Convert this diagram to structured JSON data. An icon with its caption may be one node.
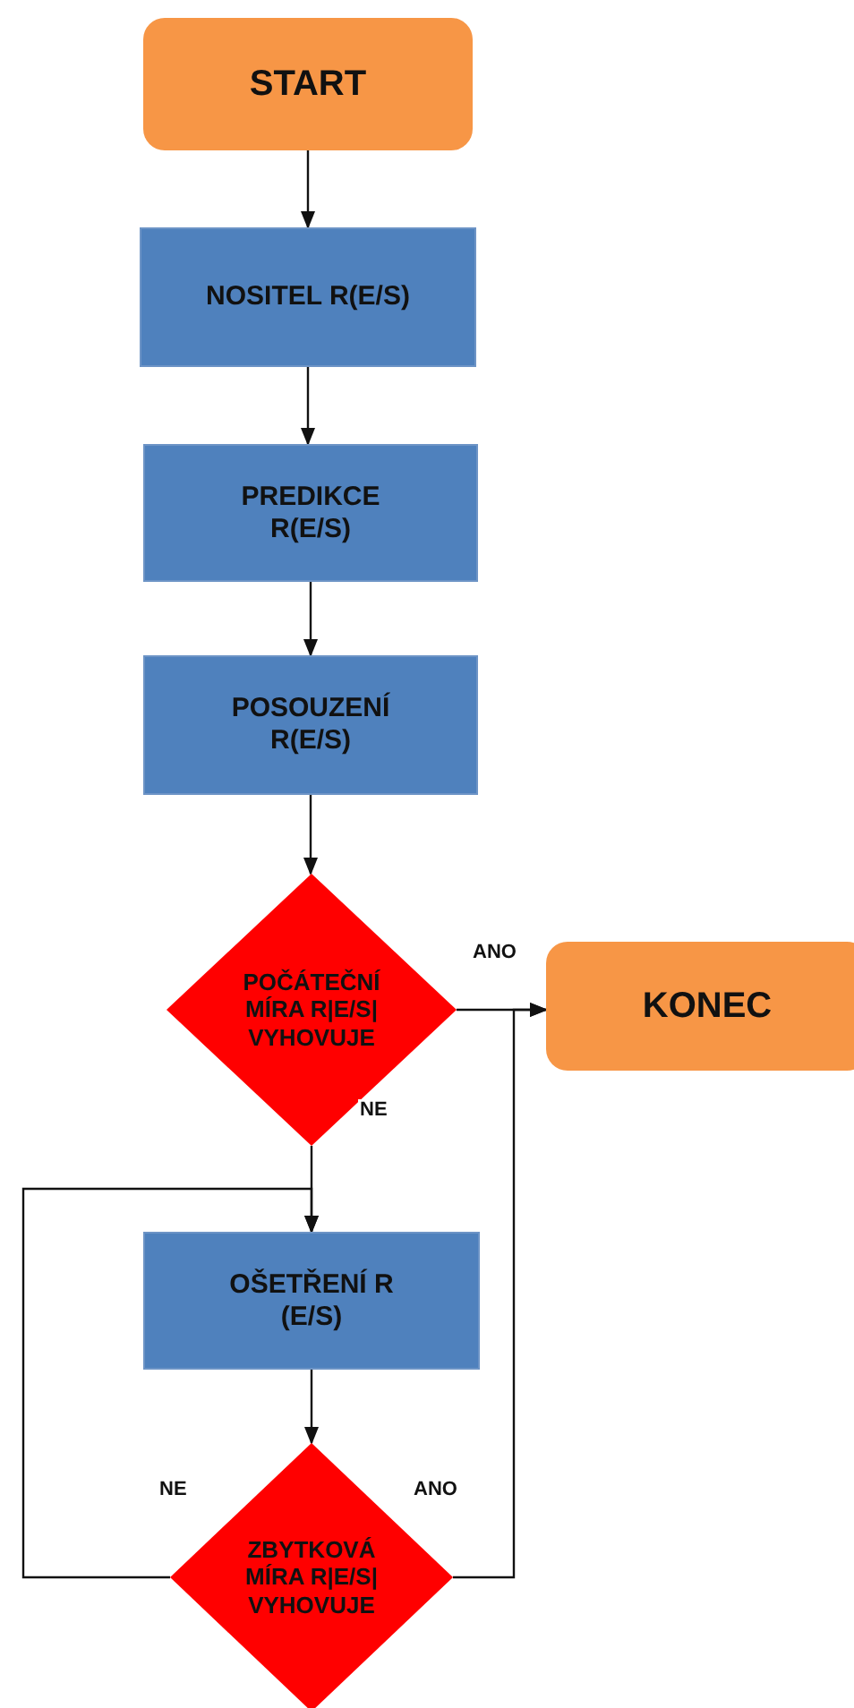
{
  "diagram": {
    "nodes": [
      {
        "text": [
          "START"
        ]
      },
      {
        "text": [
          "NOSITEL R(E/S)"
        ]
      },
      {
        "text": [
          "PREDIKCE R(E/S)"
        ]
      },
      {
        "text": [
          "POSOUZENÍ R(E/S)"
        ]
      },
      {
        "text": [
          "POČÁTEČNÍ MÍRA R|E/S| VYHOVUJE"
        ]
      },
      {
        "text": [
          "KONEC"
        ]
      },
      {
        "text": [
          "OŠETŘENÍ R (E/S)"
        ]
      },
      {
        "text": [
          "ZBYTKOVÁ MÍRA R|E/S| VYHOVUJE"
        ]
      }
    ],
    "edges": [
      {
        "from": 0,
        "to": 1,
        "arrow": "to"
      },
      {
        "from": 1,
        "to": 2,
        "arrow": "to"
      },
      {
        "from": 2,
        "to": 3,
        "arrow": "to"
      },
      {
        "from": 3,
        "to": 4,
        "arrow": "to"
      },
      {
        "from": 4,
        "to": 5,
        "arrow": "to",
        "label": "ANO"
      },
      {
        "from": 4,
        "to": 6,
        "arrow": "to",
        "label": "NE"
      },
      {
        "from": 6,
        "to": 7,
        "arrow": "to"
      },
      {
        "from": 7,
        "to": 6,
        "arrow": "to",
        "label": "NE"
      },
      {
        "from": 7,
        "to": 5,
        "arrow": "to",
        "label": "ANO"
      }
    ]
  }
}
